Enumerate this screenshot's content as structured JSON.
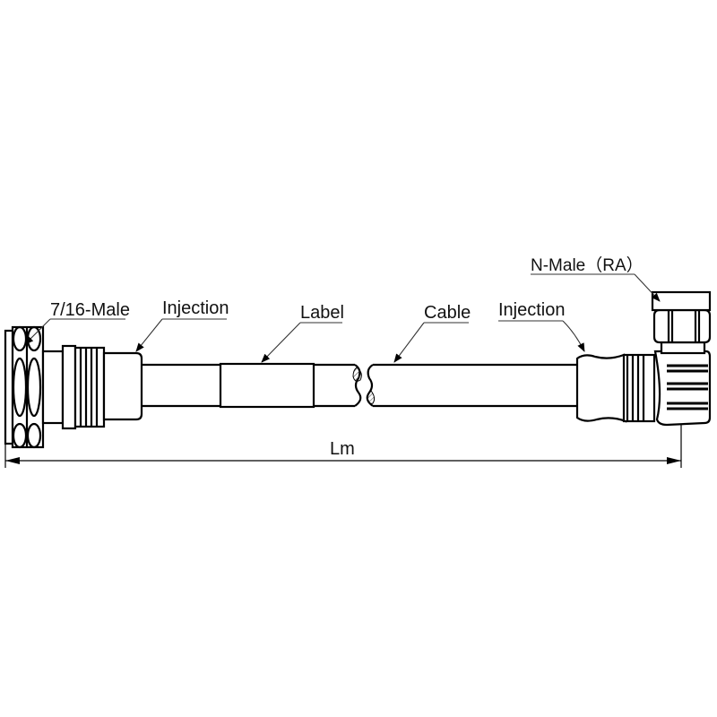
{
  "diagram": {
    "type": "cable-assembly-drawing",
    "labels": {
      "left_connector": "7/16-Male",
      "left_injection": "Injection",
      "label": "Label",
      "cable": "Cable",
      "right_injection": "Injection",
      "right_connector": "N-Male（RA）",
      "length": "Lm"
    },
    "colors": {
      "line": "#000000",
      "background": "#ffffff",
      "hatch": "#555555"
    }
  }
}
